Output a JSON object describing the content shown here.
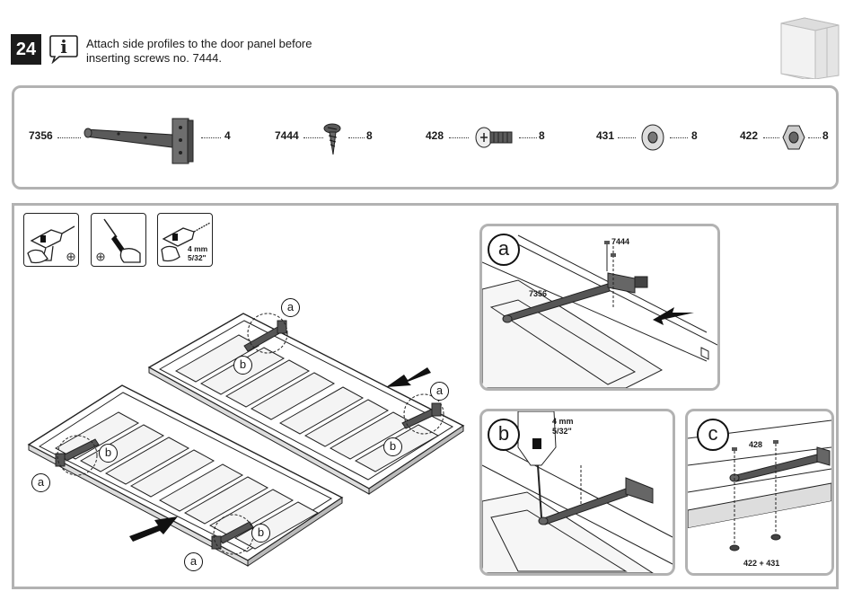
{
  "step": {
    "number": "24"
  },
  "instruction": {
    "line1": "Attach side profiles to the door panel before",
    "line2": "inserting screws no. 7444."
  },
  "parts": [
    {
      "id": "7356",
      "qty": "4",
      "icon": "t-hinge-icon"
    },
    {
      "id": "7444",
      "qty": "8",
      "icon": "wood-screw-icon"
    },
    {
      "id": "428",
      "qty": "8",
      "icon": "bolt-icon"
    },
    {
      "id": "431",
      "qty": "8",
      "icon": "washer-icon"
    },
    {
      "id": "422",
      "qty": "8",
      "icon": "nut-icon"
    }
  ],
  "tools": [
    {
      "icon": "drill-phillips-icon",
      "label": ""
    },
    {
      "icon": "screwdriver-phillips-icon",
      "label": ""
    },
    {
      "icon": "drill-bit-icon",
      "label1": "4 mm",
      "label2": "5/32\""
    }
  ],
  "callouts": {
    "a": "a",
    "b": "b",
    "c": "c"
  },
  "detail_a": {
    "letter": "a",
    "screw": "7444",
    "hinge": "7356"
  },
  "detail_b": {
    "letter": "b",
    "bit1": "4 mm",
    "bit2": "5/32\""
  },
  "detail_c": {
    "letter": "c",
    "bolt": "428",
    "nut_washer": "422 + 431"
  }
}
